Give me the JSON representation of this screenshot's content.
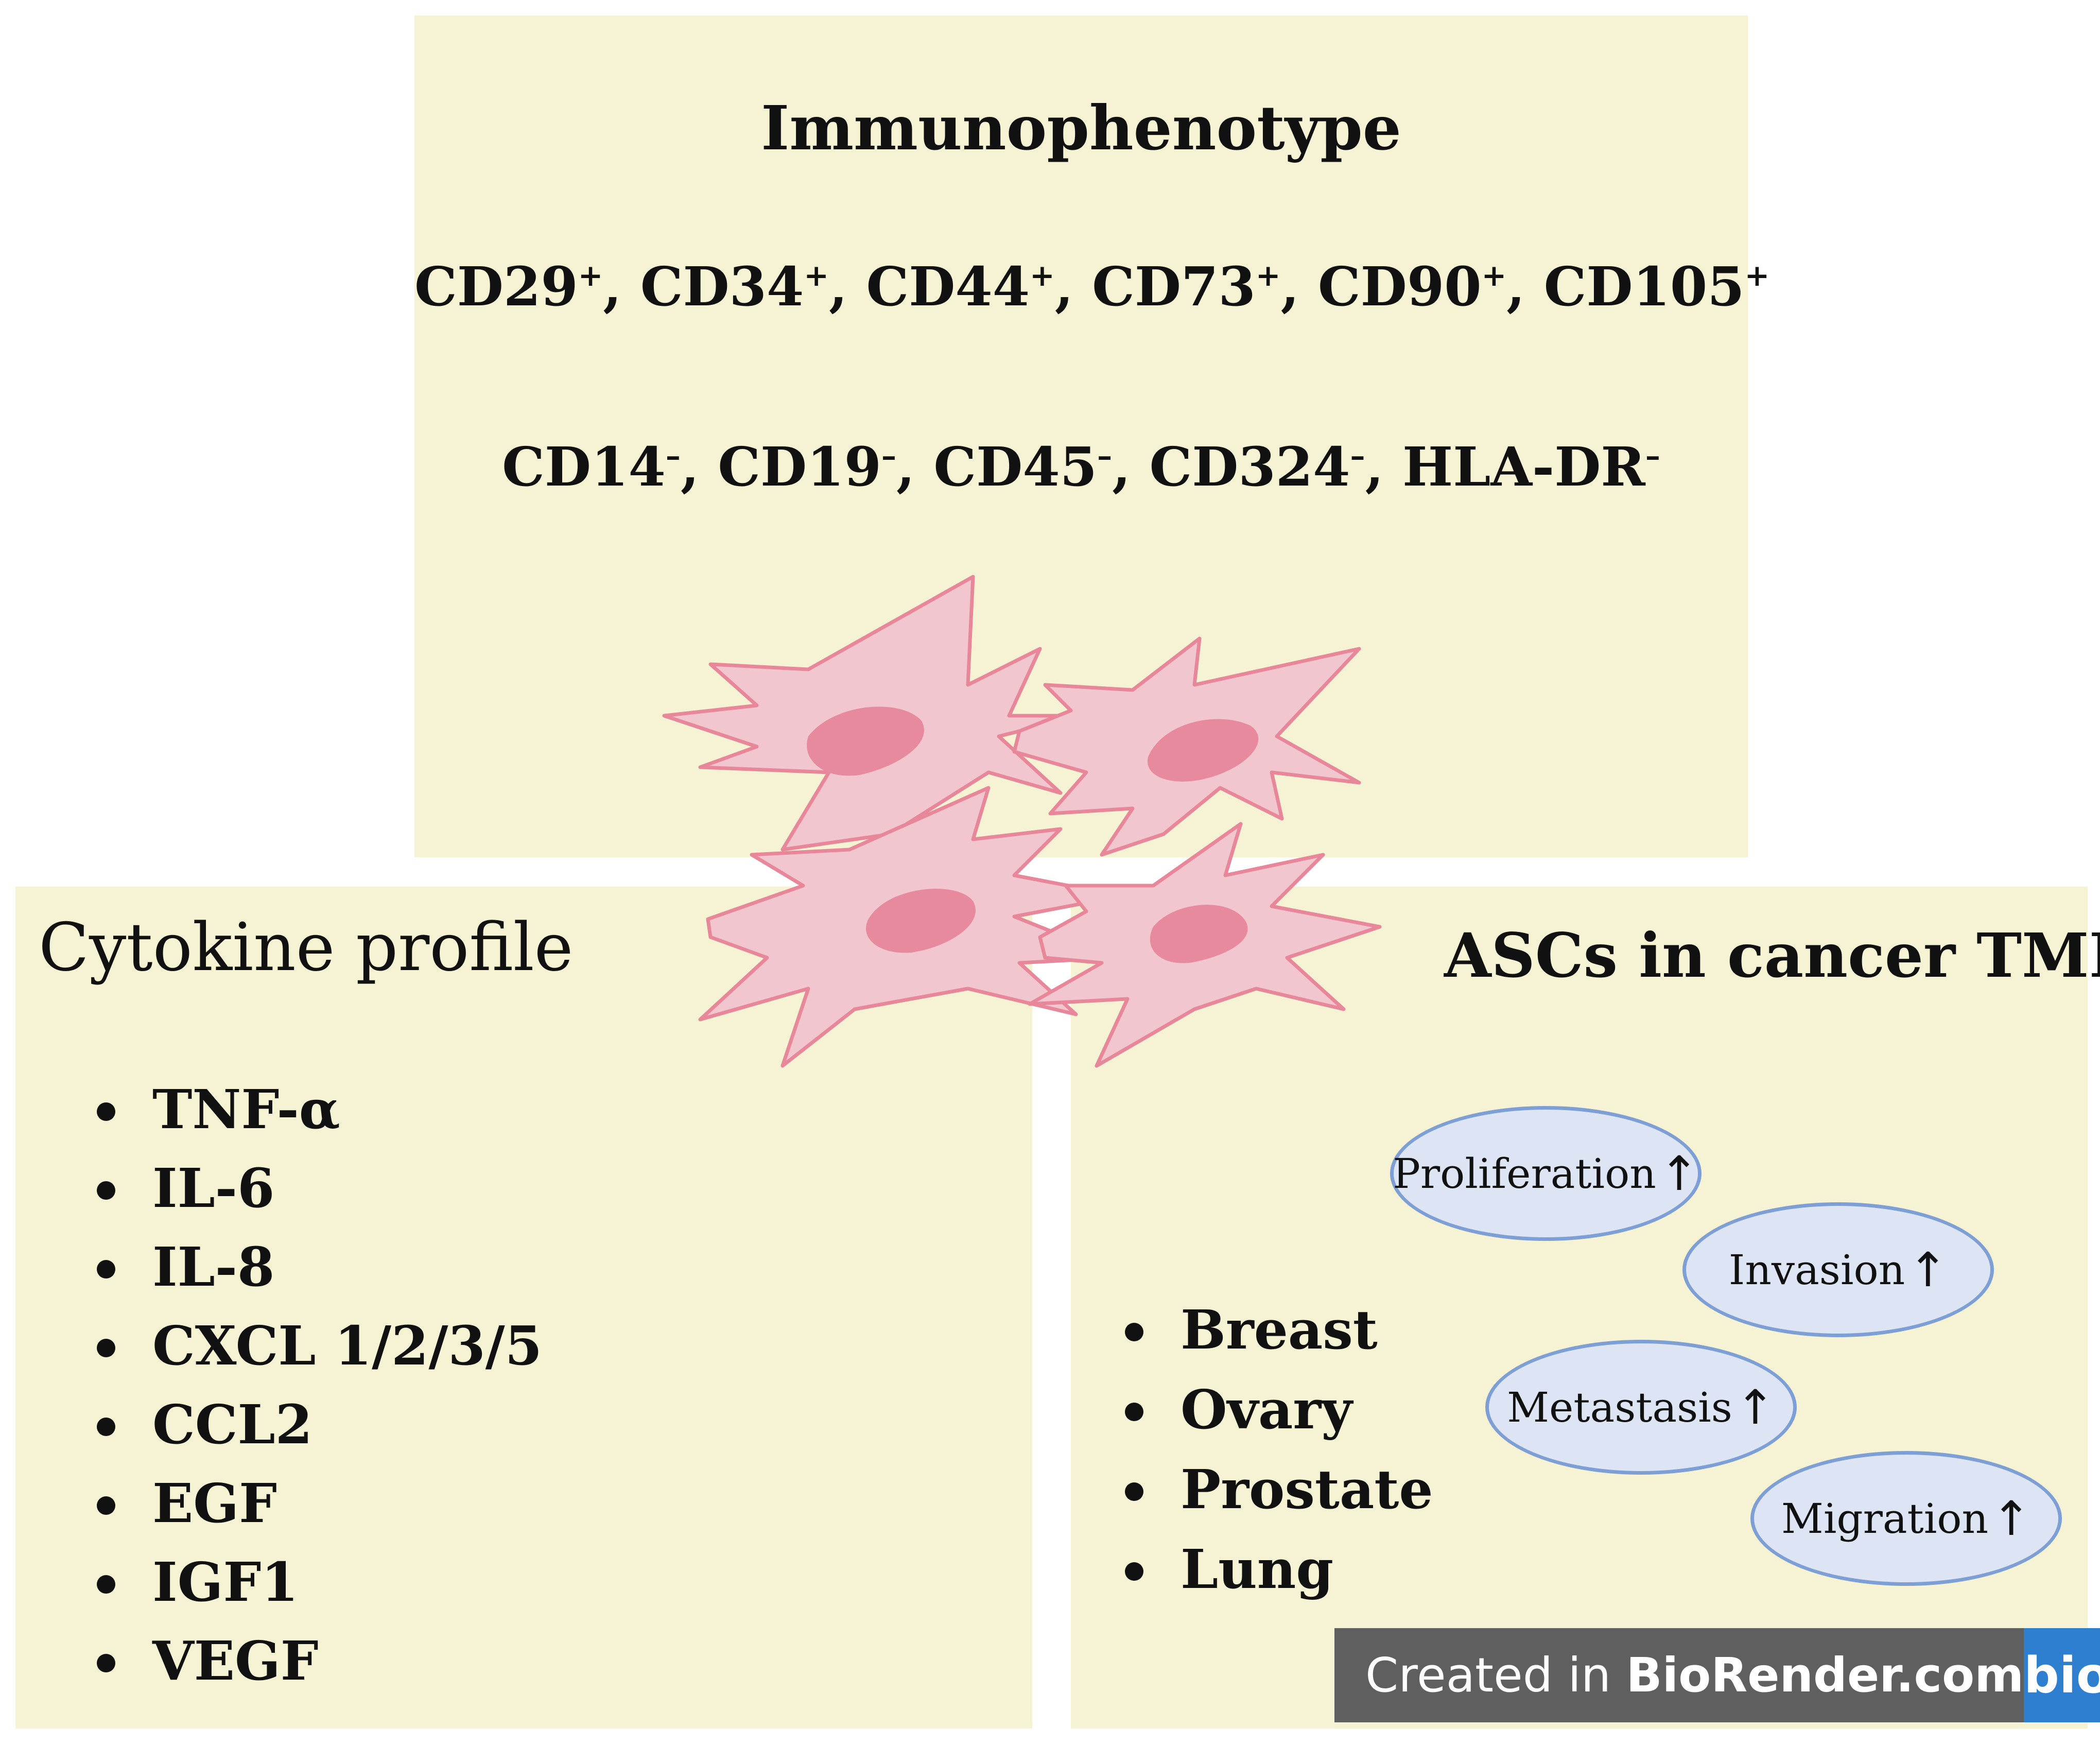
{
  "immunophenotype": {
    "title": "Immunophenotype",
    "positive": [
      {
        "name": "CD29",
        "sign": "+"
      },
      {
        "name": "CD34",
        "sign": "+"
      },
      {
        "name": "CD44",
        "sign": "+"
      },
      {
        "name": "CD73",
        "sign": "+"
      },
      {
        "name": "CD90",
        "sign": "+"
      },
      {
        "name": "CD105",
        "sign": "+"
      }
    ],
    "negative": [
      {
        "name": "CD14",
        "sign": "–"
      },
      {
        "name": "CD19",
        "sign": "–"
      },
      {
        "name": "CD45",
        "sign": "–"
      },
      {
        "name": "CD324",
        "sign": "–"
      },
      {
        "name": "HLA-DR",
        "sign": "–"
      }
    ]
  },
  "cytokine": {
    "title": "Cytokine profile",
    "items": [
      "TNF-α",
      "IL-6",
      "IL-8",
      "CXCL 1/2/3/5",
      "CCL2",
      "EGF",
      "IGF1",
      "VEGF"
    ]
  },
  "tme": {
    "title": "ASCs in cancer TME",
    "cancers": [
      "Breast",
      "Ovary",
      "Prostate",
      "Lung"
    ],
    "effects": [
      "Proliferation",
      "Invasion",
      "Metastasis",
      "Migration"
    ],
    "arrow_glyph": "↑"
  },
  "watermark": {
    "prefix": "Created in ",
    "brand": "BioRender.com",
    "logo": "bio"
  },
  "colors": {
    "panel": "#f5f3d3",
    "cell_fill": "#f2c6cf",
    "cell_stroke": "#e8879a",
    "nucleus": "#e78a9d",
    "ellipse_fill": "#dde5f5",
    "ellipse_stroke": "#7d9fd6",
    "watermark_bg": "#5f5f5f",
    "logo_bg": "#2f7fd1"
  }
}
